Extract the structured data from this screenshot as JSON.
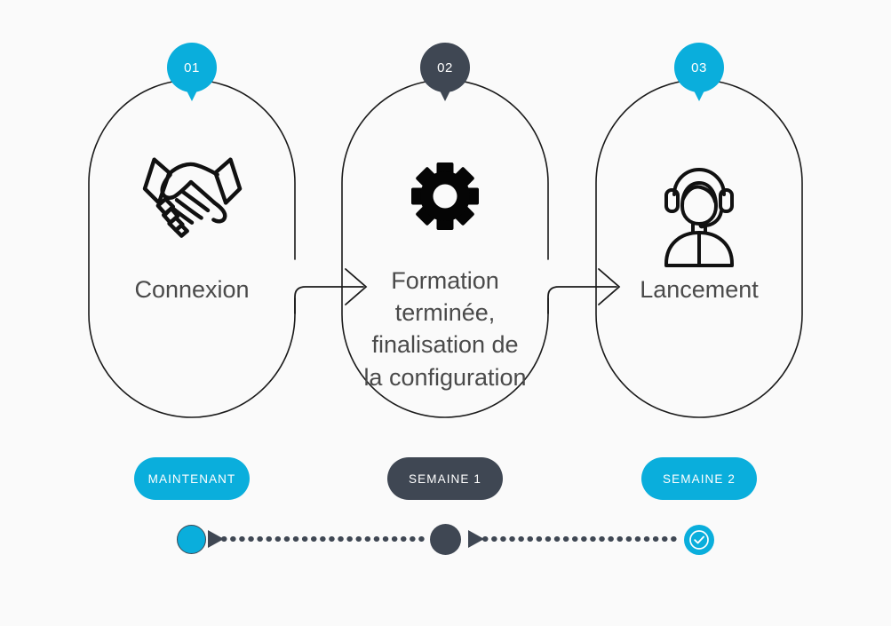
{
  "page": {
    "title": "Processus d'intégration en trois étapes",
    "background_color": "#fafafa"
  },
  "theme": {
    "accent": "#0aaedc",
    "dark": "#3f4753",
    "outline": "#1a1a1a",
    "text": "#4a4a4a",
    "white": "#ffffff"
  },
  "steps": [
    {
      "number": "01",
      "pin_color": "#0aaedc",
      "icon": "handshake-icon",
      "title": "Connexion",
      "pill_label": "MAINTENANT",
      "pill_color": "#0aaedc"
    },
    {
      "number": "02",
      "pin_color": "#3f4753",
      "icon": "gear-icon",
      "title": "Formation\nterminée,\nfinalisation de\nla configuration",
      "pill_label": "SEMAINE 1",
      "pill_color": "#3f4753"
    },
    {
      "number": "03",
      "pin_color": "#0aaedc",
      "icon": "headset-agent-icon",
      "title": "Lancement",
      "pill_label": "SEMAINE 2",
      "pill_color": "#0aaedc"
    }
  ],
  "connectors": [
    {
      "name": "arrow-step1-to-step2"
    },
    {
      "name": "arrow-step2-to-step3"
    }
  ],
  "timeline": {
    "markers": [
      {
        "name": "timeline-marker-start",
        "type": "dot",
        "color": "#0aaedc"
      },
      {
        "name": "timeline-marker-middle",
        "type": "dot",
        "color": "#3f4753"
      },
      {
        "name": "timeline-marker-end",
        "type": "check",
        "color": "#0aaedc",
        "icon": "check-circle-icon"
      }
    ],
    "arrows": [
      {
        "name": "timeline-arrow-1"
      },
      {
        "name": "timeline-arrow-2"
      }
    ],
    "segments": [
      {
        "name": "timeline-dotted-segment-1",
        "dot_count": 24
      },
      {
        "name": "timeline-dotted-segment-2",
        "dot_count": 24
      }
    ]
  }
}
